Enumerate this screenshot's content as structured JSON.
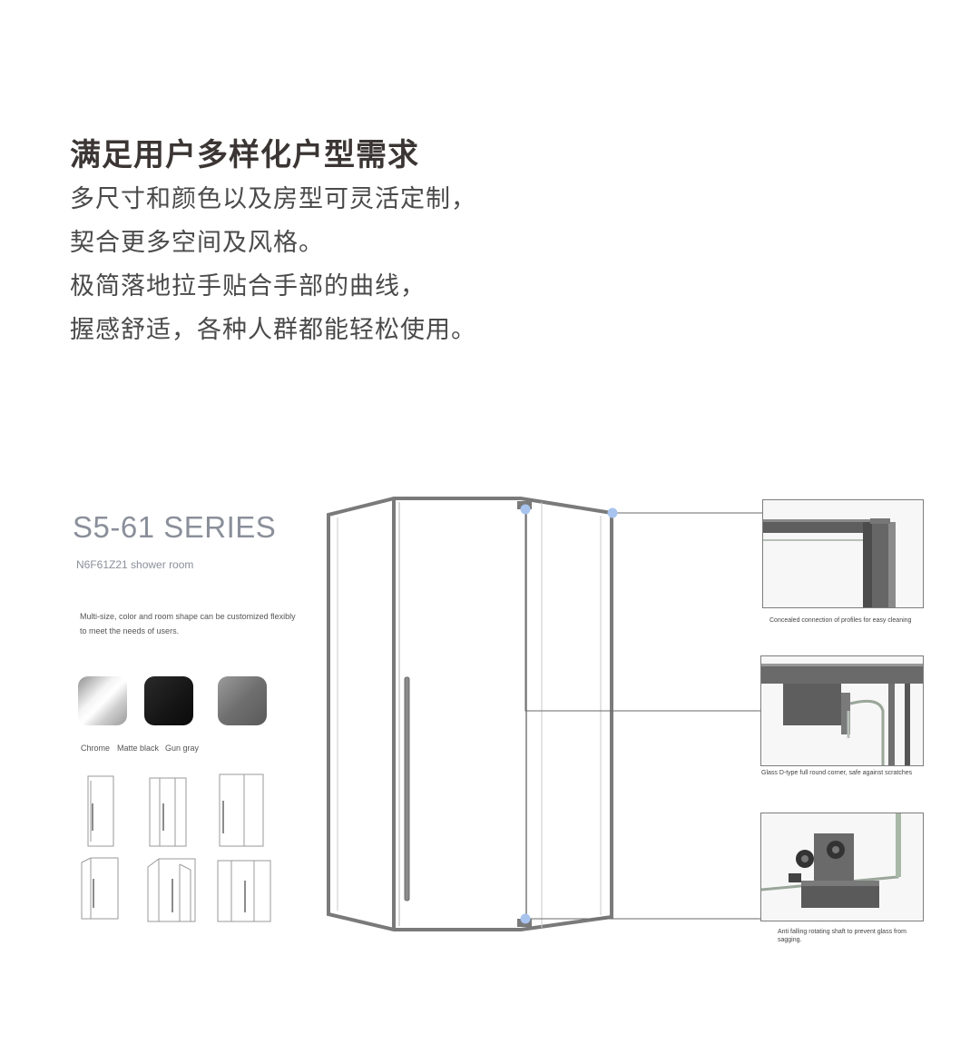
{
  "intro": {
    "heading": "满足用户多样化户型需求",
    "lines": [
      "多尺寸和颜色以及房型可灵活定制，",
      "契合更多空间及风格。",
      "极简落地拉手贴合手部的曲线，",
      "握感舒适，各种人群都能轻松使用。"
    ]
  },
  "product": {
    "series_title": "S5-61 SERIES",
    "model_code": "N6F61Z21",
    "model_suffix": "shower room",
    "description": "Multi-size, color and room shape can be customized flexibly to meet the needs of users.",
    "finishes": [
      {
        "label": "Chrome",
        "color": "#d9d9d9"
      },
      {
        "label": "Matte black",
        "color": "#151515"
      },
      {
        "label": "Gun gray",
        "color": "#707070"
      }
    ]
  },
  "details": [
    {
      "caption": "Concealed connection of profiles for easy cleaning"
    },
    {
      "caption": "Glass D-type full round corner, safe against scratches"
    },
    {
      "caption": "Anti falling rotating shaft to prevent glass from sagging."
    }
  ],
  "colors": {
    "frame": "#7a7a7a",
    "hotspot": "#a8c4ee",
    "title_gray": "#8a8f9a"
  }
}
